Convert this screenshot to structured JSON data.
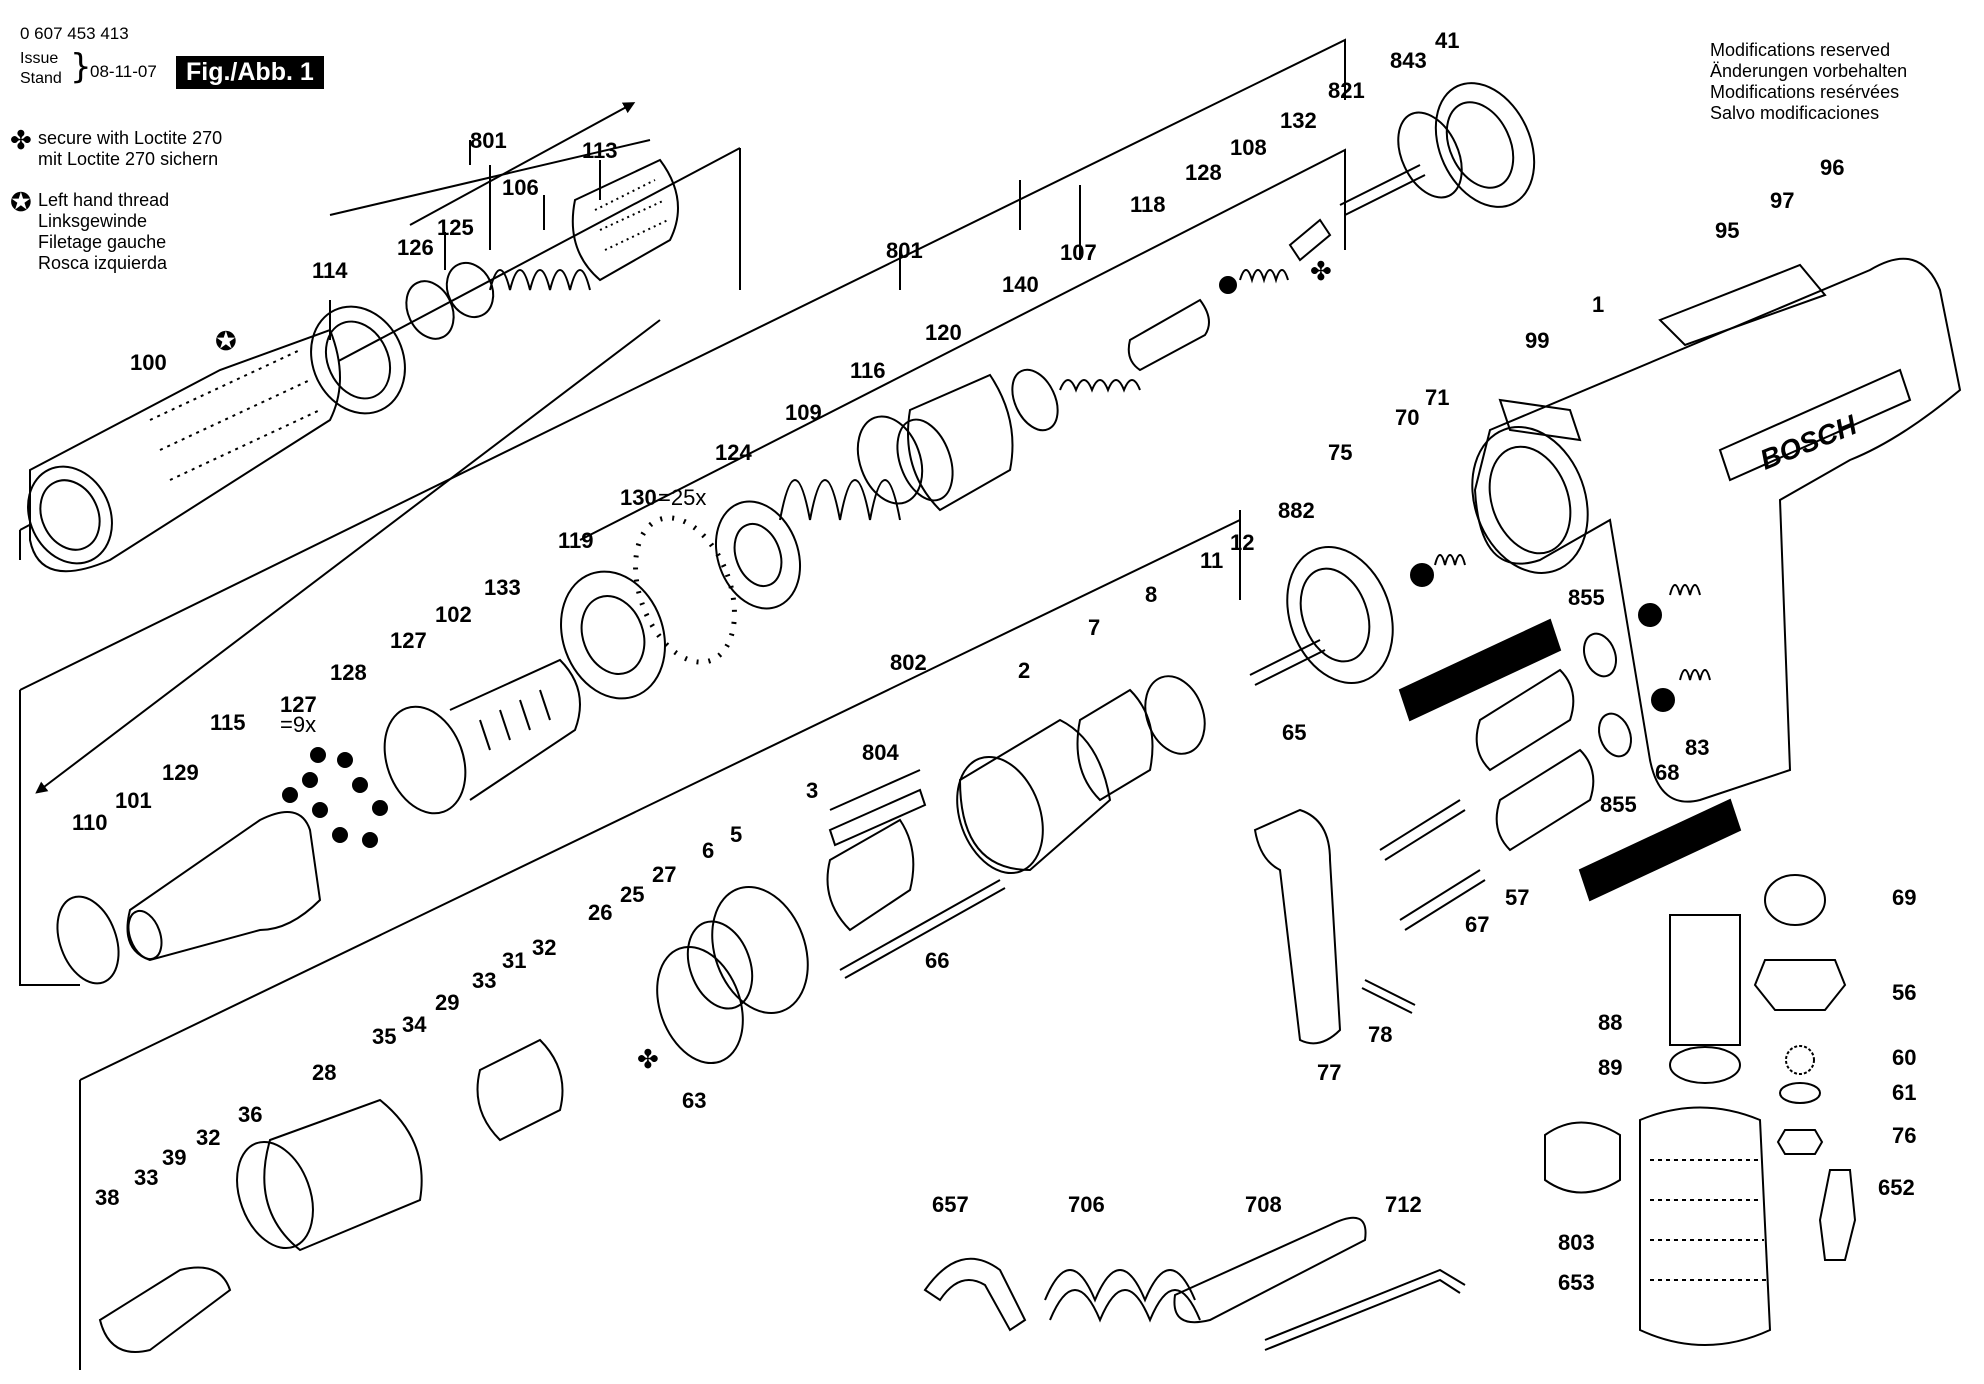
{
  "header": {
    "part_number": "0 607 453 413",
    "issue_label_1": "Issue",
    "issue_label_2": "Stand",
    "date": "08-11-07",
    "figure_label": "Fig./Abb. 1"
  },
  "notes": {
    "loctite_symbol": "✤",
    "loctite_en": "secure with Loctite 270",
    "loctite_de": "mit Loctite 270 sichern",
    "lefthand_symbol": "✪",
    "lefthand_en": "Left hand thread",
    "lefthand_de": "Linksgewinde",
    "lefthand_fr": "Filetage gauche",
    "lefthand_es": "Rosca izquierda"
  },
  "modifications": [
    "Modifications reserved",
    "Änderungen vorbehalten",
    "Modifications resérvées",
    "Salvo modificaciones"
  ],
  "brand_on_tool": "BOSCH",
  "callouts": {
    "p801a": "801",
    "p113": "113",
    "p106": "106",
    "p126": "126",
    "p125": "125",
    "p114": "114",
    "p100": "100",
    "p41": "41",
    "p843": "843",
    "p821": "821",
    "p132": "132",
    "p108": "108",
    "p128a": "128",
    "p118": "118",
    "p107": "107",
    "p140": "140",
    "p120": "120",
    "p801b": "801",
    "p116": "116",
    "p109": "109",
    "p124": "124",
    "p130": "130",
    "p130qty": "=25x",
    "p119": "119",
    "p133": "133",
    "p102": "102",
    "p127a": "127",
    "p128b": "128",
    "p127b": "127",
    "p127qty": "=9x",
    "p115": "115",
    "p129": "129",
    "p101": "101",
    "p110": "110",
    "p96": "96",
    "p97": "97",
    "p95": "95",
    "p1": "1",
    "p99": "99",
    "p70": "70",
    "p71": "71",
    "p75": "75",
    "p882": "882",
    "p855a": "855",
    "p83": "83",
    "p68": "68",
    "p855b": "855",
    "p57": "57",
    "p67": "67",
    "p65": "65",
    "p12": "12",
    "p11": "11",
    "p8": "8",
    "p7": "7",
    "p2": "2",
    "p802": "802",
    "p804": "804",
    "p3": "3",
    "p5": "5",
    "p6": "6",
    "p66": "66",
    "p27": "27",
    "p25": "25",
    "p26": "26",
    "p63": "63",
    "p32a": "32",
    "p31": "31",
    "p33a": "33",
    "p29": "29",
    "p34": "34",
    "p35": "35",
    "p28": "28",
    "p36": "36",
    "p32b": "32",
    "p39": "39",
    "p33b": "33",
    "p38": "38",
    "p77": "77",
    "p78": "78",
    "p69": "69",
    "p56": "56",
    "p60": "60",
    "p61": "61",
    "p76": "76",
    "p652": "652",
    "p88": "88",
    "p89": "89",
    "p803": "803",
    "p653": "653",
    "p657": "657",
    "p706": "706",
    "p708": "708",
    "p712": "712"
  }
}
